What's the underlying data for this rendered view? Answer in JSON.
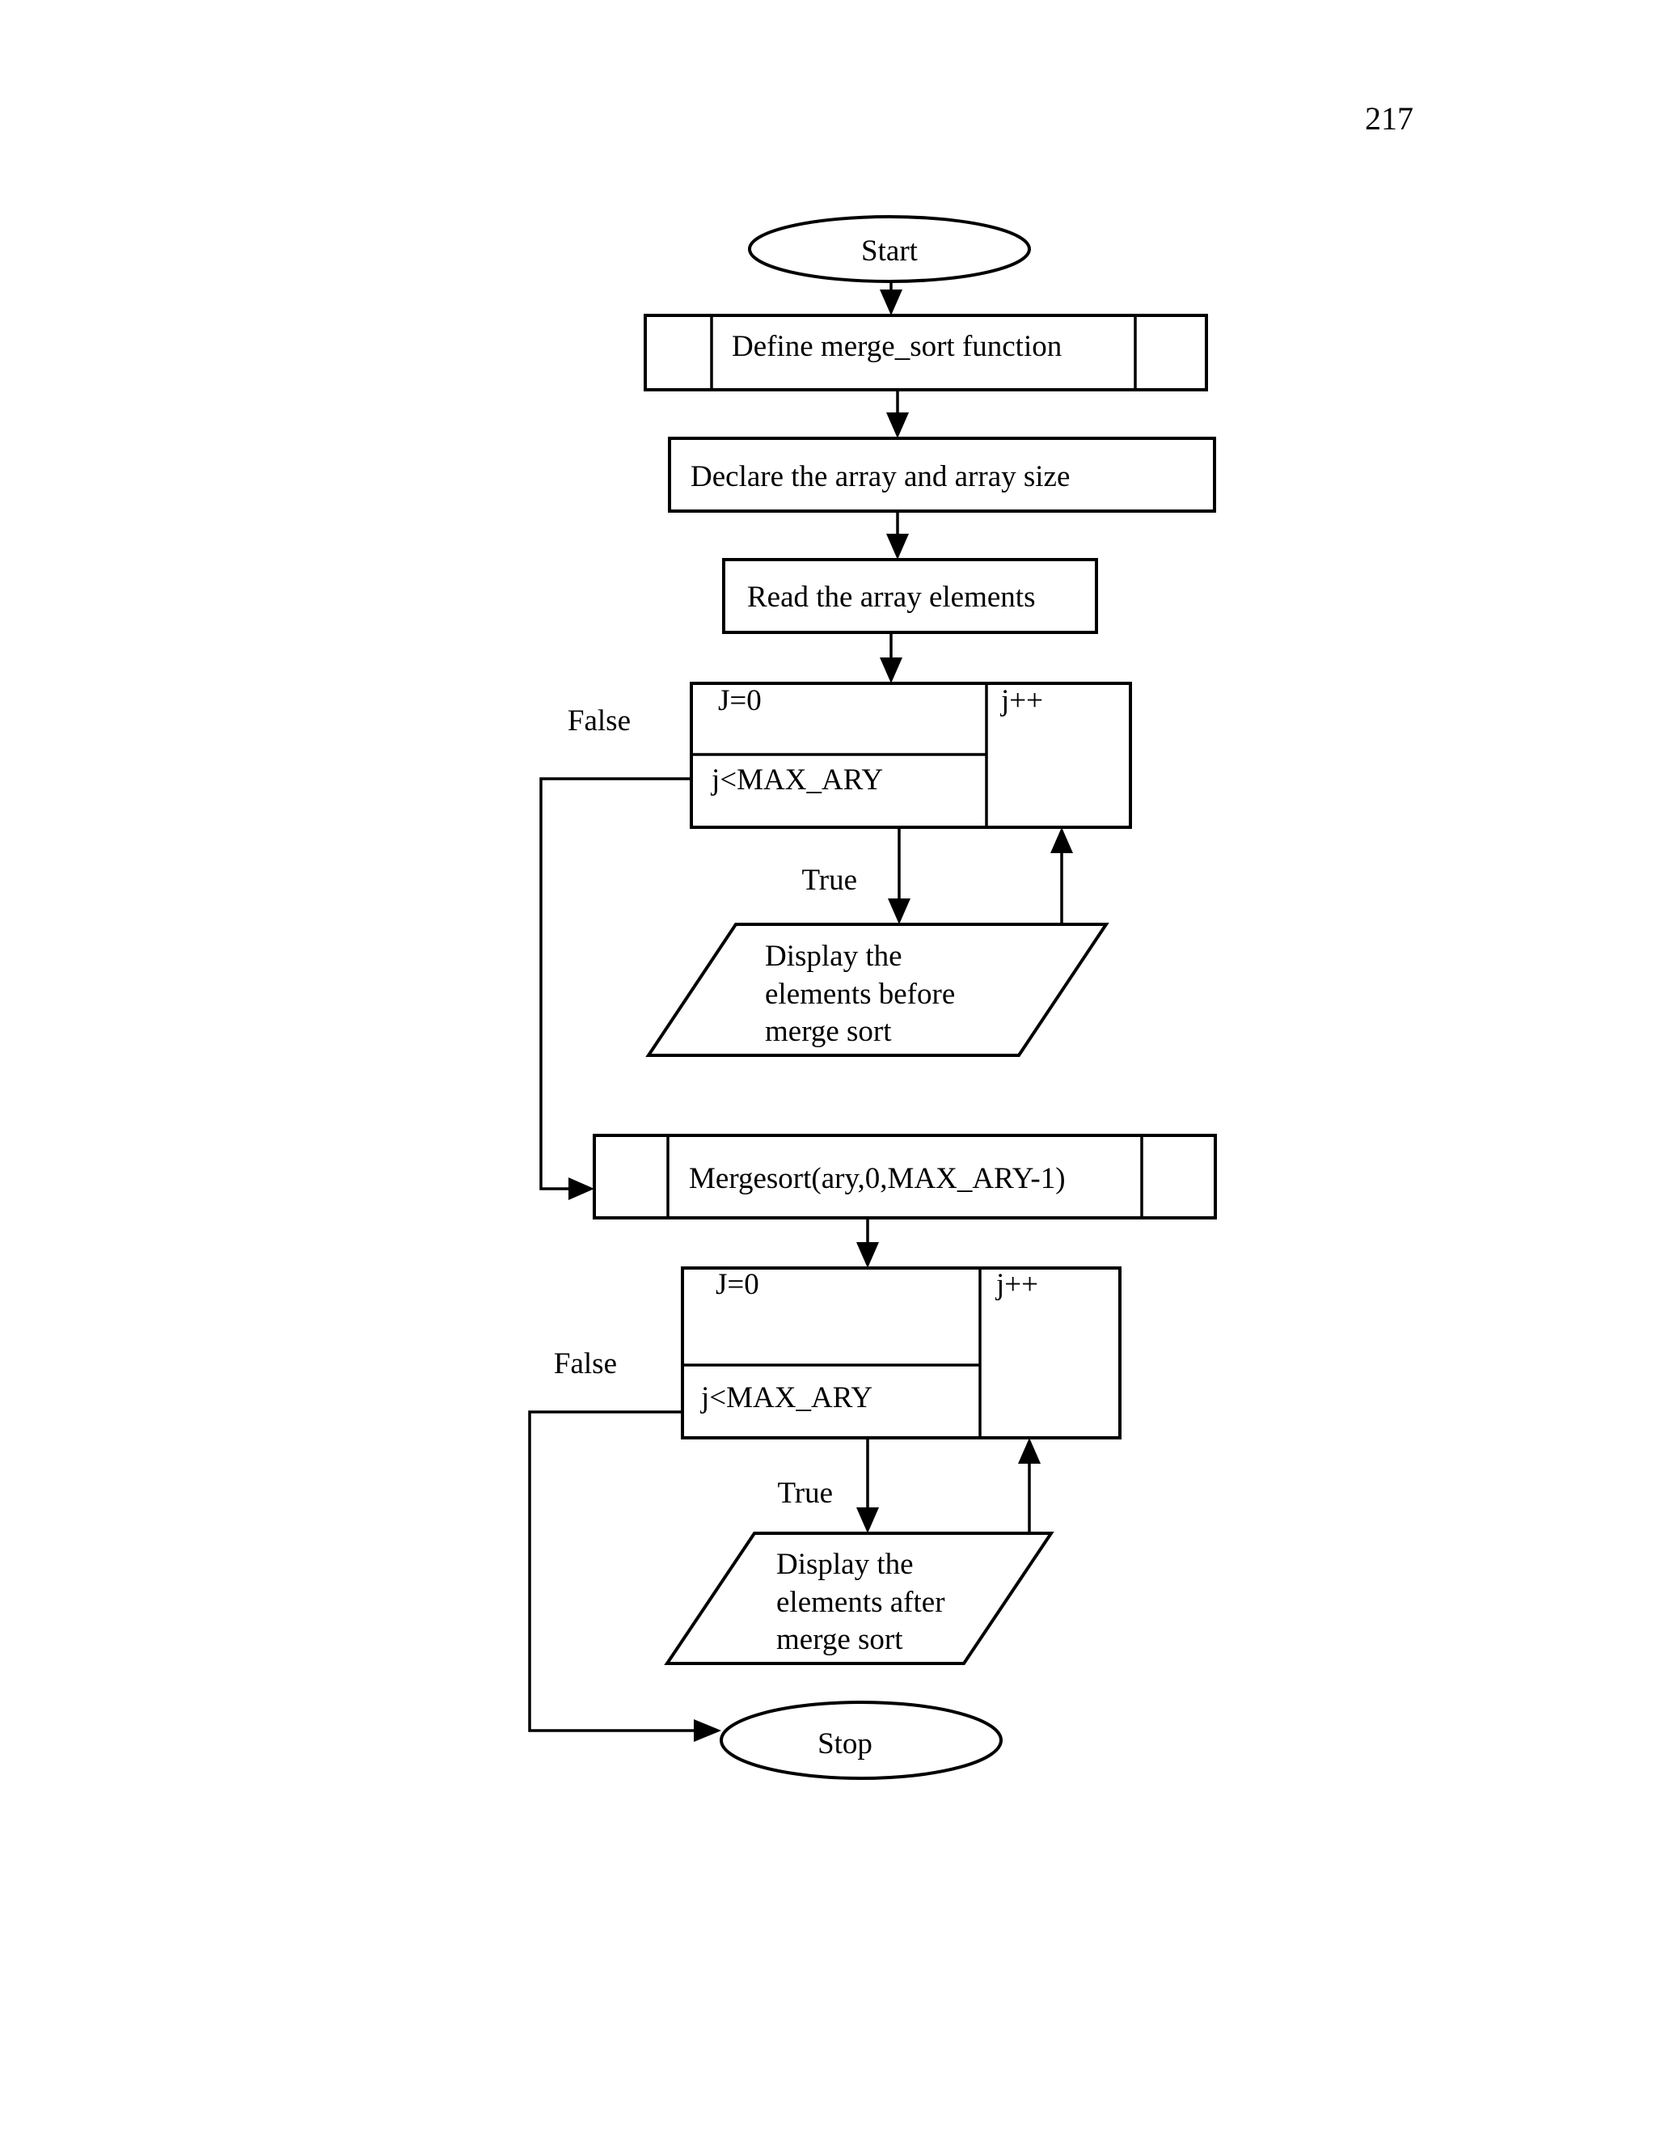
{
  "page": {
    "number": "217"
  },
  "colors": {
    "ink": "#000000",
    "background": "#ffffff"
  },
  "flowchart": {
    "start": {
      "label": "Start"
    },
    "define": {
      "label": "Define merge_sort function"
    },
    "declare": {
      "label": "Declare the array and array size"
    },
    "read": {
      "label": "Read the array elements"
    },
    "loop1": {
      "init": "J=0",
      "condition": "j<MAX_ARY",
      "increment": "j++",
      "true_label": "True",
      "false_label": "False"
    },
    "display_before": {
      "line1": "Display the",
      "line2": "elements before",
      "line3": "merge sort"
    },
    "mergesort": {
      "label": "Mergesort(ary,0,MAX_ARY-1)"
    },
    "loop2": {
      "init": "J=0",
      "condition": "j<MAX_ARY",
      "increment": "j++",
      "true_label": "True",
      "false_label": "False"
    },
    "display_after": {
      "line1": "Display the",
      "line2": "elements after",
      "line3": "merge sort"
    },
    "stop": {
      "label": "Stop"
    }
  }
}
